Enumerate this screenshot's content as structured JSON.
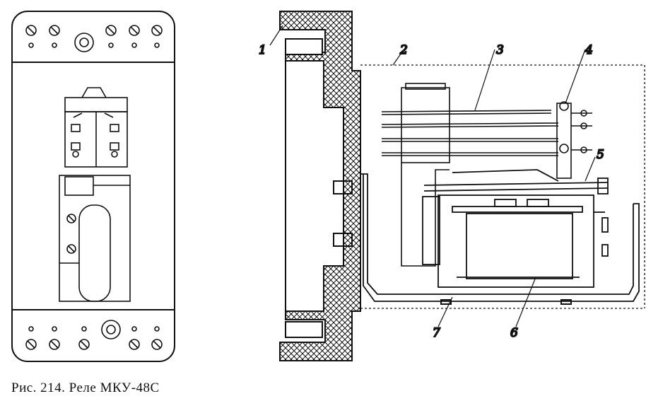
{
  "caption": "Рис. 214. Реле МКУ-48С",
  "callouts": {
    "c1": "1",
    "c2": "2",
    "c3": "3",
    "c4": "4",
    "c5": "5",
    "c6": "6",
    "c7": "7"
  },
  "colors": {
    "ink": "#111111",
    "paper": "#ffffff"
  }
}
